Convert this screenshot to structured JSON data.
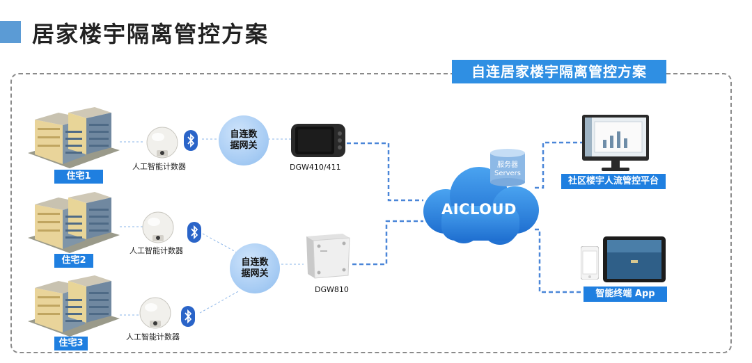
{
  "header": {
    "title": "居家楼宇隔离管控方案"
  },
  "scheme_label": "自连居家楼宇隔离管控方案",
  "homes": [
    {
      "label": "住宅1",
      "counter_label": "人工智能计数器"
    },
    {
      "label": "住宅2",
      "counter_label": "人工智能计数器"
    },
    {
      "label": "住宅3",
      "counter_label": "人工智能计数器"
    }
  ],
  "gateway_circles": [
    {
      "label": "自连数据网关"
    },
    {
      "label": "自连数据网关"
    }
  ],
  "devices": [
    {
      "label": "DGW410/411"
    },
    {
      "label": "DGW810"
    }
  ],
  "cloud": {
    "label": "AICLOUD",
    "server_label": "服务器",
    "server_sublabel": "Servers"
  },
  "outputs": [
    {
      "label": "社区楼宇人流管控平台"
    },
    {
      "label": "智能终端 App"
    }
  ],
  "colors": {
    "accent": "#1f7fe0",
    "cloud": "#2f86e0",
    "connector": "#4a86d8",
    "bluetooth": "#2a64c8"
  }
}
